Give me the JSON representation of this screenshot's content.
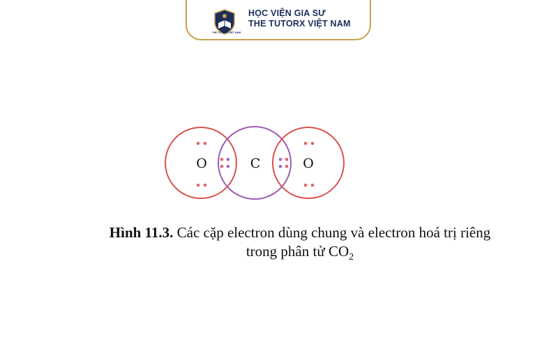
{
  "brand": {
    "line1": "HỌC VIỆN GIA SƯ",
    "line2": "THE TUTORX VIỆT NAM",
    "logo_small_text": "THE TUTORX VIỆT NAM",
    "logo_icon": "shield-book-icon",
    "colors": {
      "navy": "#1c2d5a",
      "gold": "#c9a14a"
    }
  },
  "diagram": {
    "atoms": [
      {
        "symbol": "O",
        "color": "#d9534f"
      },
      {
        "symbol": "C",
        "color": "#a05bb5"
      },
      {
        "symbol": "O",
        "color": "#d9534f"
      }
    ],
    "electron_colors": {
      "oxygen": "#e06666",
      "carbon": "#9b6bc7"
    }
  },
  "caption": {
    "label": "Hình 11.3.",
    "text_line1": " Các cặp electron dùng chung và electron hoá trị riêng",
    "text_line2_prefix": "trong phân tử CO",
    "subscript": "2"
  }
}
